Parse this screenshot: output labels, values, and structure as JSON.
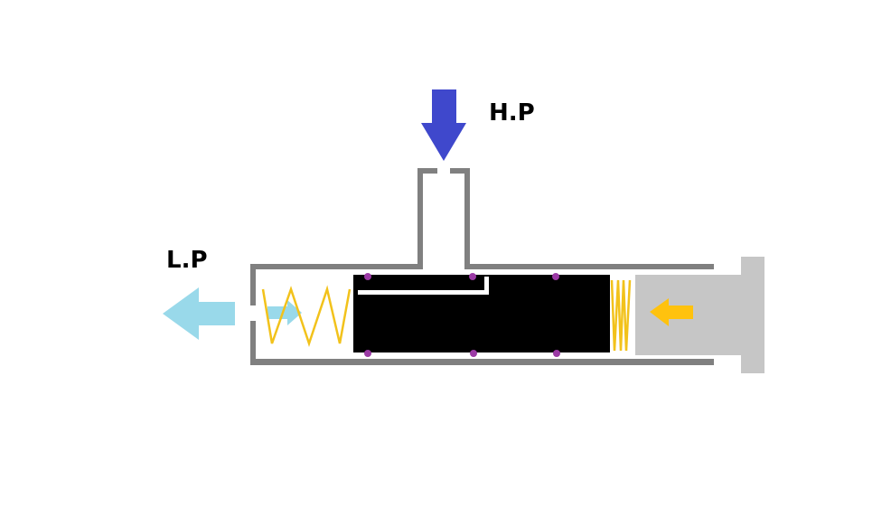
{
  "labels": {
    "high_pressure": "H.P",
    "low_pressure": "L.P"
  },
  "colors": {
    "background": "#ffffff",
    "housing": "#808080",
    "spool": "#000000",
    "spring": "#f2c21b",
    "plunger": "#c6c6c6",
    "seal_dot": "#9b3aa5",
    "high_pressure_arrow": "#3f48cc",
    "low_pressure_arrow": "#99d9ea",
    "push_arrow": "#ffc20e"
  },
  "icons": {
    "high_pressure_arrow": "arrow-down",
    "low_pressure_arrow": "arrow-left",
    "outlet_flow_arrow": "arrow-right",
    "push_arrow": "arrow-left"
  }
}
